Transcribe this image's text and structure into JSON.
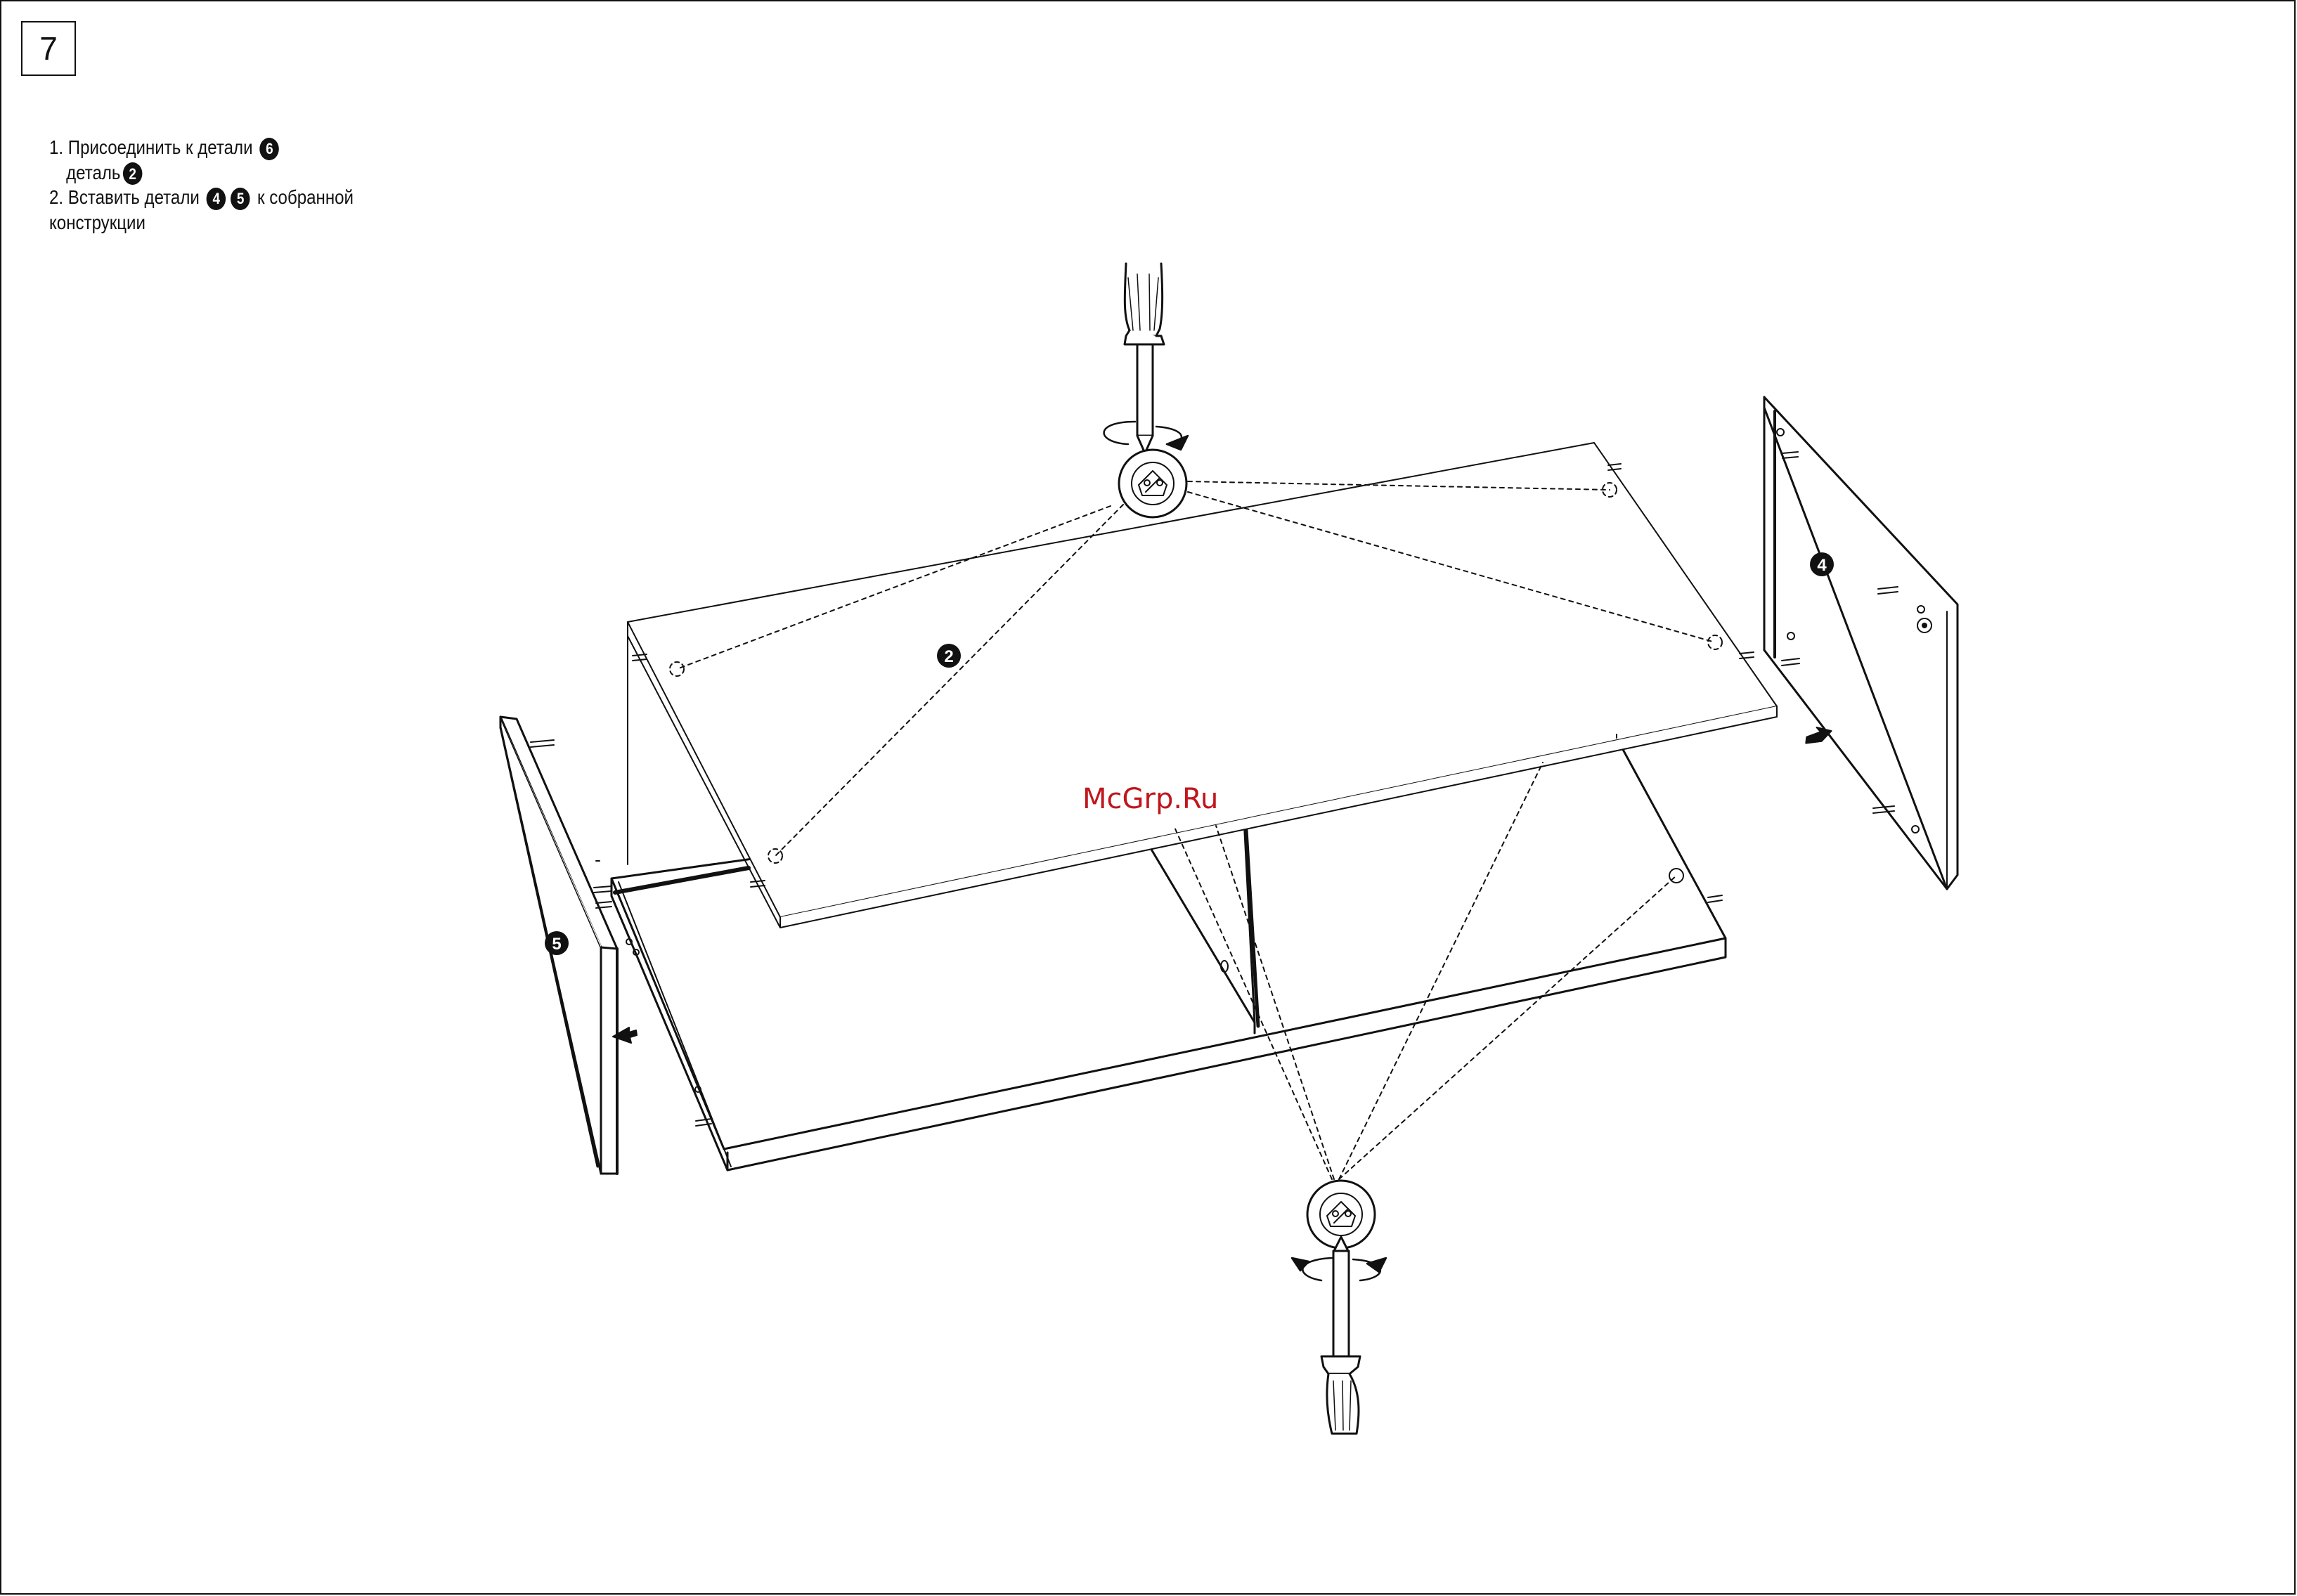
{
  "step": {
    "number": "7"
  },
  "instructions": {
    "line1_text": "1. Присоединить к детали",
    "line1_part": "6",
    "line2_text": "деталь",
    "line2_part": "2",
    "line3_text": "2. Вставить детали",
    "line3_part_a": "4",
    "line3_part_b": "5",
    "line3_suffix": "к собранной",
    "line4_text": "конструкции"
  },
  "part_labels": {
    "top_panel": "2",
    "right_side_panel": "4",
    "left_side_panel": "5"
  },
  "watermark": "McGrp.Ru",
  "colors": {
    "line": "#111111",
    "watermark": "#c0161c",
    "background": "#ffffff"
  }
}
